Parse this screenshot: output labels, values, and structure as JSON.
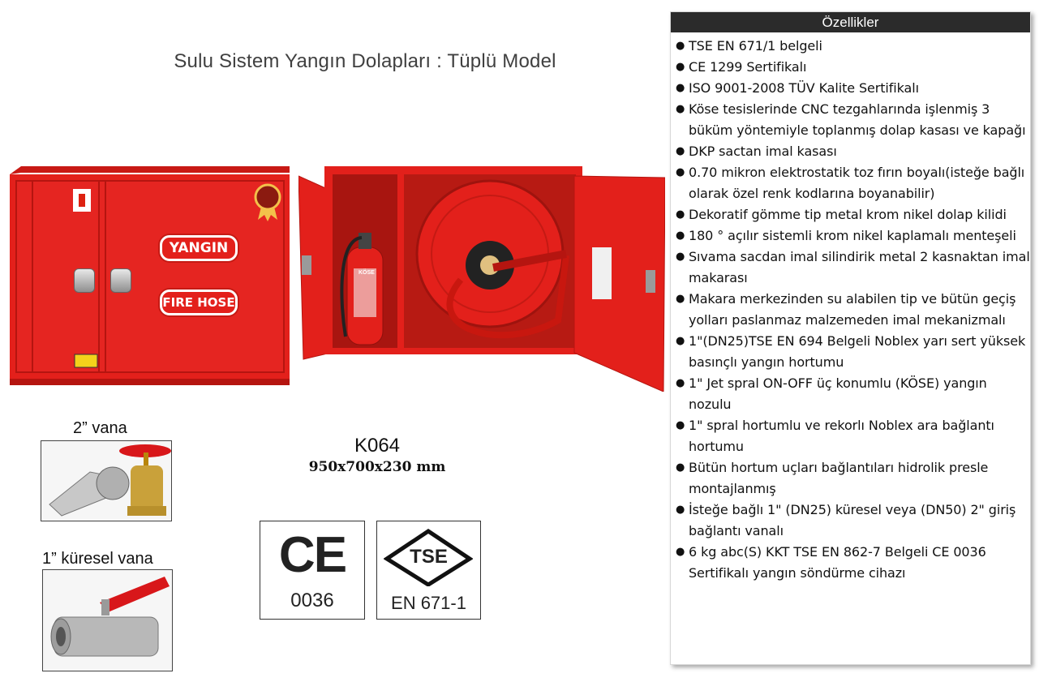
{
  "title": "Sulu Sistem Yangın Dolapları : Tüplü Model",
  "features": {
    "header": "Özellikler",
    "items": [
      "TSE EN 671/1 belgeli",
      "CE 1299 Sertifikalı",
      "ISO 9001-2008 TÜV Kalite Sertifikalı",
      "Köse tesislerinde CNC tezgahlarında işlenmiş 3 büküm yöntemiyle toplanmış dolap kasası ve kapağı",
      "DKP sactan imal kasası",
      "0.70 mikron elektrostatik toz fırın boyalı(isteğe bağlı olarak özel renk kodlarına boyanabilir)",
      "Dekoratif gömme tip metal krom nikel dolap kilidi",
      "180 ° açılır sistemli krom nikel kaplamalı menteşeli",
      "Sıvama sacdan imal silindirik metal 2 kasnaktan imal makarası",
      "Makara merkezinden su alabilen tip ve bütün geçiş yolları paslanmaz malzemeden imal mekanizmalı",
      "1\"(DN25)TSE EN 694 Belgeli Noblex yarı sert yüksek basınçlı yangın hortumu",
      "1\" Jet spral ON-OFF üç konumlu (KÖSE) yangın nozulu",
      "1\" spral hortumlu ve rekorlı Noblex ara bağlantı hortumu",
      "Bütün hortum uçları bağlantıları hidrolik presle montajlanmış",
      "İsteğe bağlı 1\" (DN25) küresel veya (DN50) 2\" giriş bağlantı vanalı",
      "6 kg abc(S) KKT TSE EN 862-7 Belgeli CE 0036 Sertifikalı yangın söndürme cihazı"
    ]
  },
  "cabinet": {
    "plaque_top": "YANGIN",
    "plaque_bottom": "FIRE HOSE",
    "extinguisher_label": "KÖSE"
  },
  "product": {
    "model": "K064",
    "dimensions": "950x700x230 mm"
  },
  "valves": {
    "valve1_caption": "2” vana",
    "valve2_caption": "1” küresel vana"
  },
  "certs": {
    "ce_mark": "CE",
    "ce_number": "0036",
    "tse_mark": "TSE",
    "tse_standard": "EN 671-1"
  },
  "colors": {
    "cabinet_red": "#e3201b",
    "panel_header": "#2b2b2b"
  }
}
